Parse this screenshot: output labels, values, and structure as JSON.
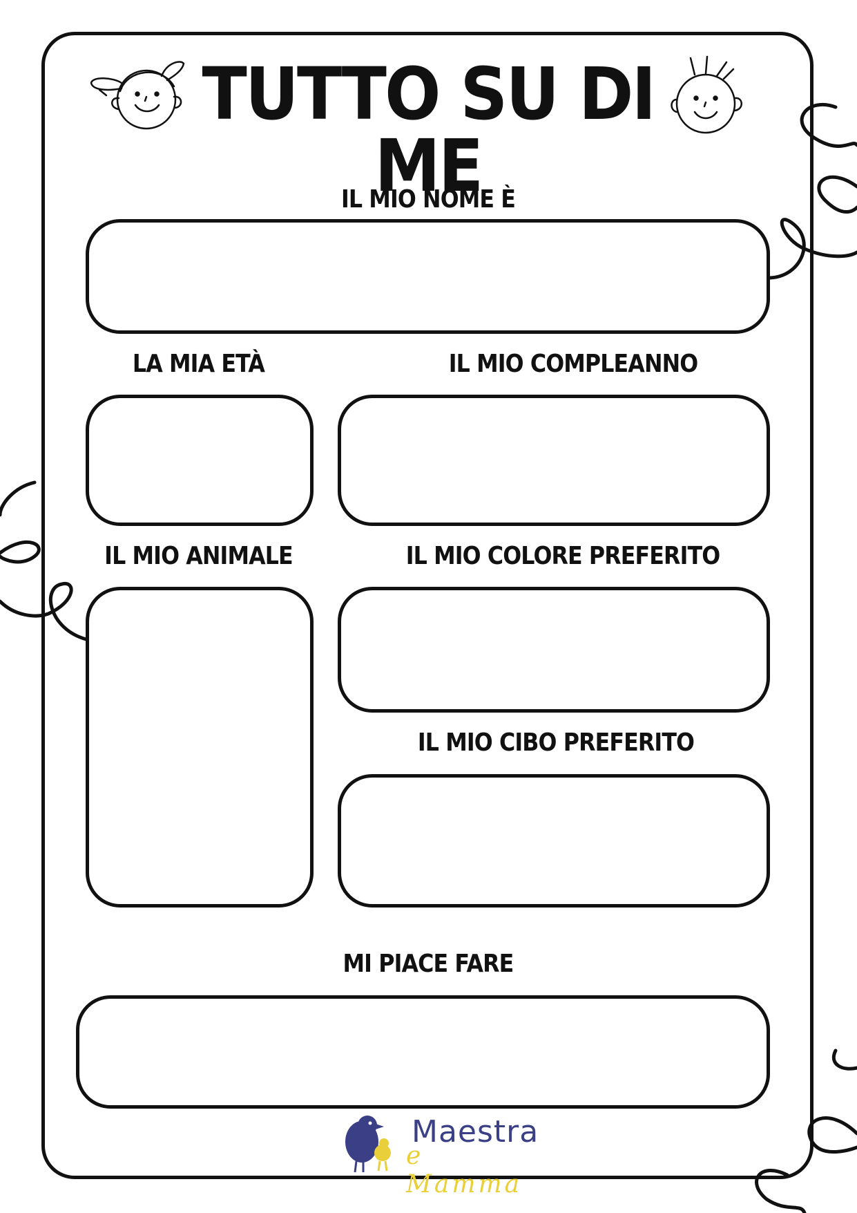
{
  "title": "TUTTO SU DI ME",
  "sections": {
    "name": "IL MIO NOME È",
    "age": "LA MIA ETÀ",
    "birthday": "IL MIO COMPLEANNO",
    "animal": "IL MIO ANIMALE",
    "color": "IL MIO COLORE PREFERITO",
    "food": "IL MIO CIBO PREFERITO",
    "hobby": "MI PIACE FARE"
  },
  "logo": {
    "main": "Maestra",
    "sub": "e Mamma",
    "colors": {
      "main": "#3b3f86",
      "sub": "#e9cf3a"
    }
  },
  "icons": [
    "girl-face-icon",
    "boy-face-icon",
    "bird-logo-icon"
  ]
}
